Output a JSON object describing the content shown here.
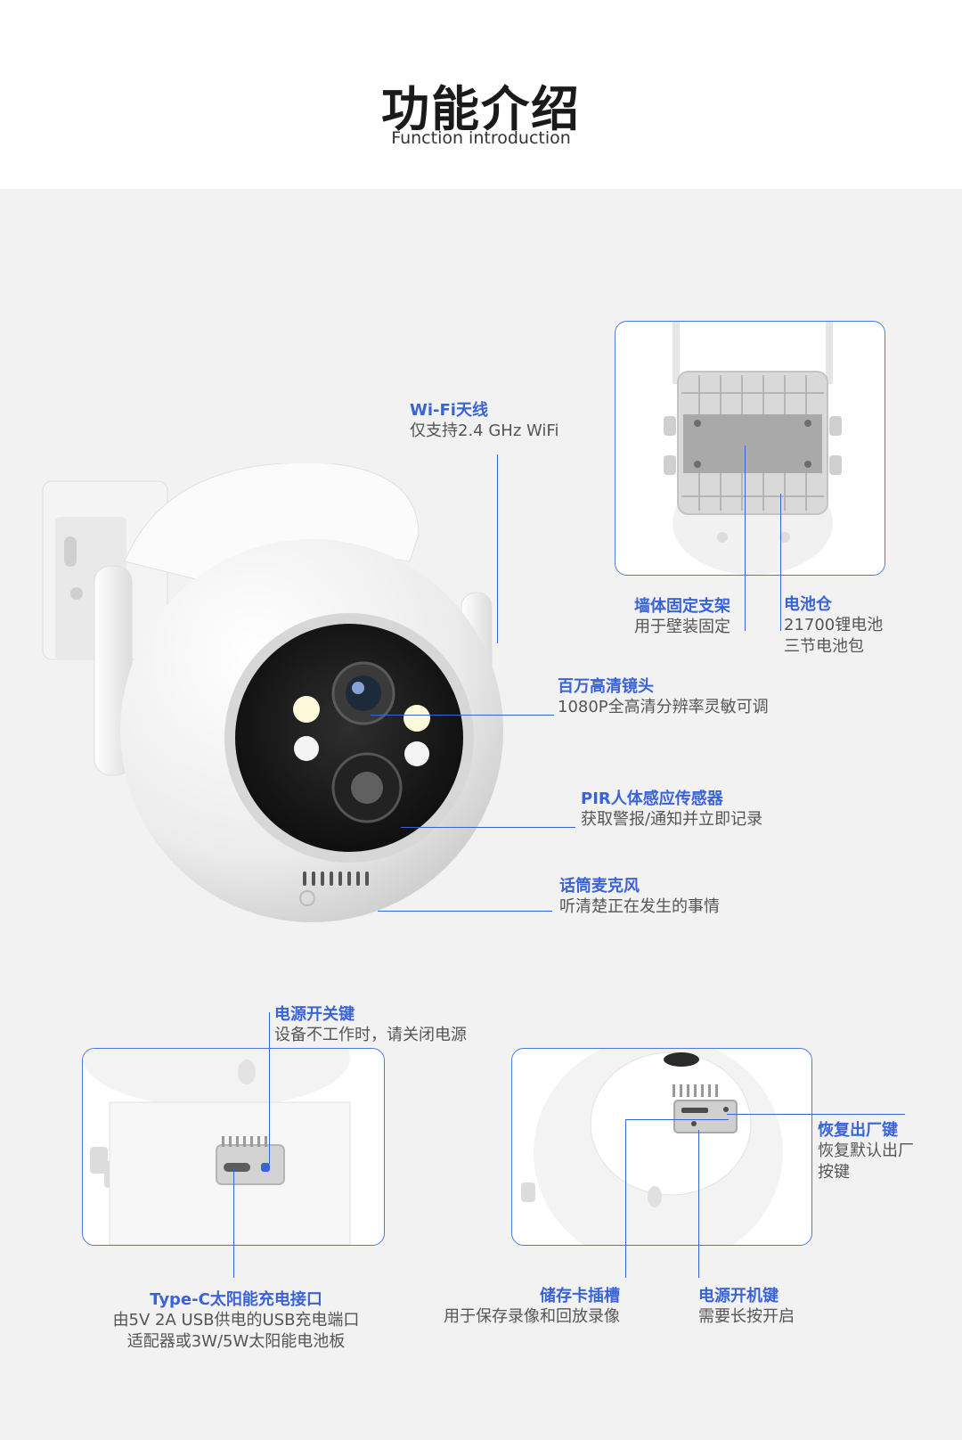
{
  "header": {
    "title": "功能介绍",
    "subtitle": "Function introduction"
  },
  "colors": {
    "accent": "#3a63d8",
    "background": "#f2f2f2",
    "box_border": "#4a7ae0"
  },
  "features": {
    "wifi": {
      "title": "Wi-Fi天线",
      "desc": [
        "仅支持2.4 GHz WiFi"
      ]
    },
    "bracket": {
      "title": "墙体固定支架",
      "desc": [
        "用于壁装固定"
      ]
    },
    "battery": {
      "title": "电池仓",
      "desc": [
        "21700锂电池",
        "三节电池包"
      ]
    },
    "lens": {
      "title": "百万高清镜头",
      "desc": [
        "1080P全高清分辨率灵敏可调"
      ]
    },
    "pir": {
      "title": "PIR人体感应传感器",
      "desc": [
        "获取警报/通知并立即记录"
      ]
    },
    "mic": {
      "title": "话筒麦克风",
      "desc": [
        "听清楚正在发生的事情"
      ]
    },
    "power_switch": {
      "title": "电源开关键",
      "desc": [
        "设备不工作时，请关闭电源"
      ]
    },
    "typec": {
      "title": "Type-C太阳能充电接口",
      "desc": [
        "由5V 2A USB供电的USB充电端口",
        "适配器或3W/5W太阳能电池板"
      ]
    },
    "reset": {
      "title": "恢复出厂键",
      "desc": [
        "恢复默认出厂",
        "按键"
      ]
    },
    "sdcard": {
      "title": "储存卡插槽",
      "desc": [
        "用于保存录像和回放录像"
      ]
    },
    "power_on": {
      "title": "电源开机键",
      "desc": [
        "需要长按开启"
      ]
    }
  }
}
